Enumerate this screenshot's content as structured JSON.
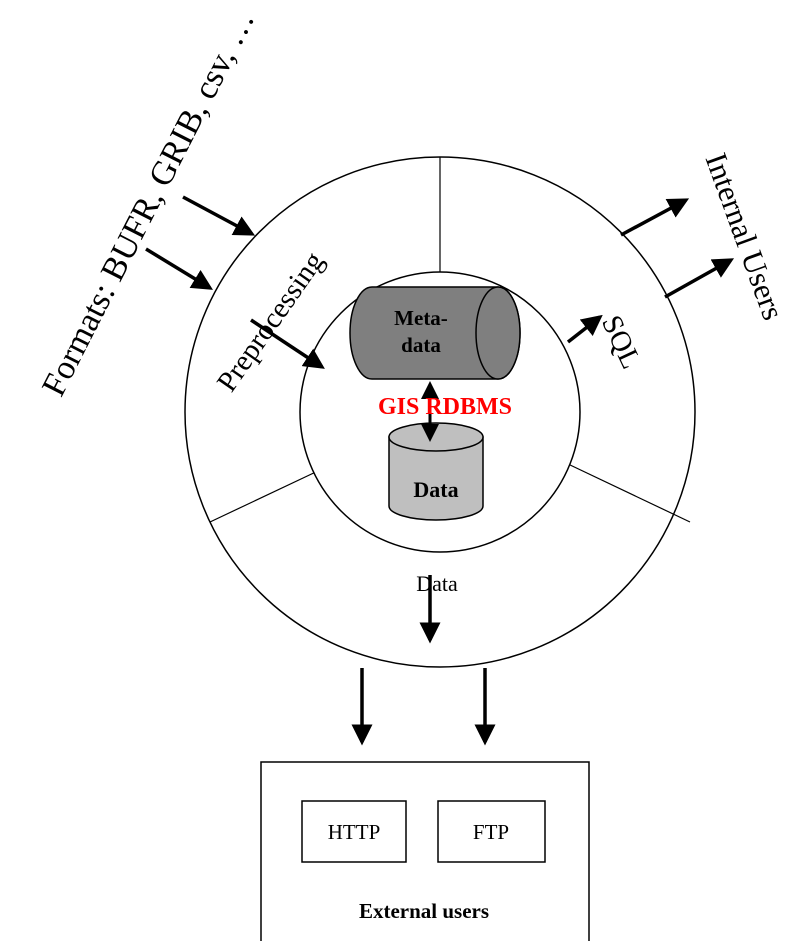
{
  "labels": {
    "formats": "Formats: BUFR, GRIB, csv, …",
    "preprocessing": "Preprocessing",
    "internal_users": "Internal Users",
    "sql": "SQL",
    "gis_rdbms": "GIS RDBMS",
    "metadata_line1": "Meta-",
    "metadata_line2": "data",
    "data_cylinder": "Data",
    "data_segment": "Data",
    "http": "HTTP",
    "ftp": "FTP",
    "external_users": "External users"
  },
  "colors": {
    "metadata_fill": "#7f7f7f",
    "data_fill": "#bfbfbf",
    "gis_rdbms_text": "#ff0000",
    "stroke": "#000000"
  }
}
